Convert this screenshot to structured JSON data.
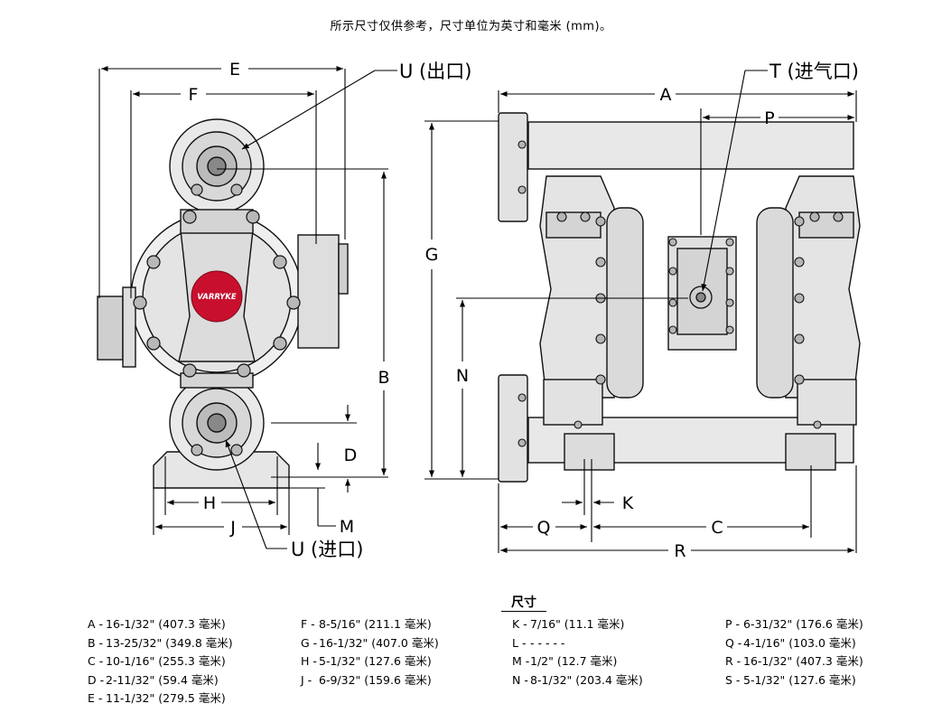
{
  "note": "所示尺寸仅供参考，尺寸单位为英寸和毫米 (mm)。",
  "labels": {
    "E": "E",
    "F": "F",
    "U_out": "U (出口)",
    "U_in": "U (进口)",
    "G": "G",
    "B": "B",
    "D": "D",
    "H": "H",
    "J": "J",
    "M": "M",
    "A": "A",
    "P": "P",
    "T": "T (进气口)",
    "N": "N",
    "K": "K",
    "Q": "Q",
    "C": "C",
    "R": "R"
  },
  "logo_text": "VARRYKE",
  "table_title": "尺寸",
  "dimensions": {
    "col1": [
      {
        "key": "A -",
        "val": "16-1/32\" (407.3 毫米)"
      },
      {
        "key": "B -",
        "val": "13-25/32\" (349.8 毫米)"
      },
      {
        "key": "C -",
        "val": "10-1/16\" (255.3 毫米)"
      },
      {
        "key": "D -",
        "val": "2-11/32\" (59.4 毫米)"
      },
      {
        "key": "E -",
        "val": "11-1/32\" (279.5 毫米)"
      }
    ],
    "col2": [
      {
        "key": "F -",
        "val": "8-5/16\" (211.1 毫米)"
      },
      {
        "key": "G -",
        "val": "16-1/32\" (407.0 毫米)"
      },
      {
        "key": "H -",
        "val": "5-1/32\" (127.6 毫米)"
      },
      {
        "key": "J -",
        "val": "6-9/32\" (159.6 毫米)"
      }
    ],
    "col3": [
      {
        "key": "K -",
        "val": "7/16\" (11.1 毫米)"
      },
      {
        "key": "L -",
        "val": "- - - - -"
      },
      {
        "key": "M -",
        "val": "1/2\" (12.7 毫米)"
      },
      {
        "key": "N -",
        "val": "8-1/32\" (203.4 毫米)"
      }
    ],
    "col4": [
      {
        "key": "P -",
        "val": "6-31/32\" (176.6 毫米)"
      },
      {
        "key": "Q -",
        "val": "4-1/16\" (103.0 毫米)"
      },
      {
        "key": "R -",
        "val": "16-1/32\" (407.3 毫米)"
      },
      {
        "key": "S -",
        "val": "5-1/32\" (127.6 毫米)"
      }
    ]
  }
}
